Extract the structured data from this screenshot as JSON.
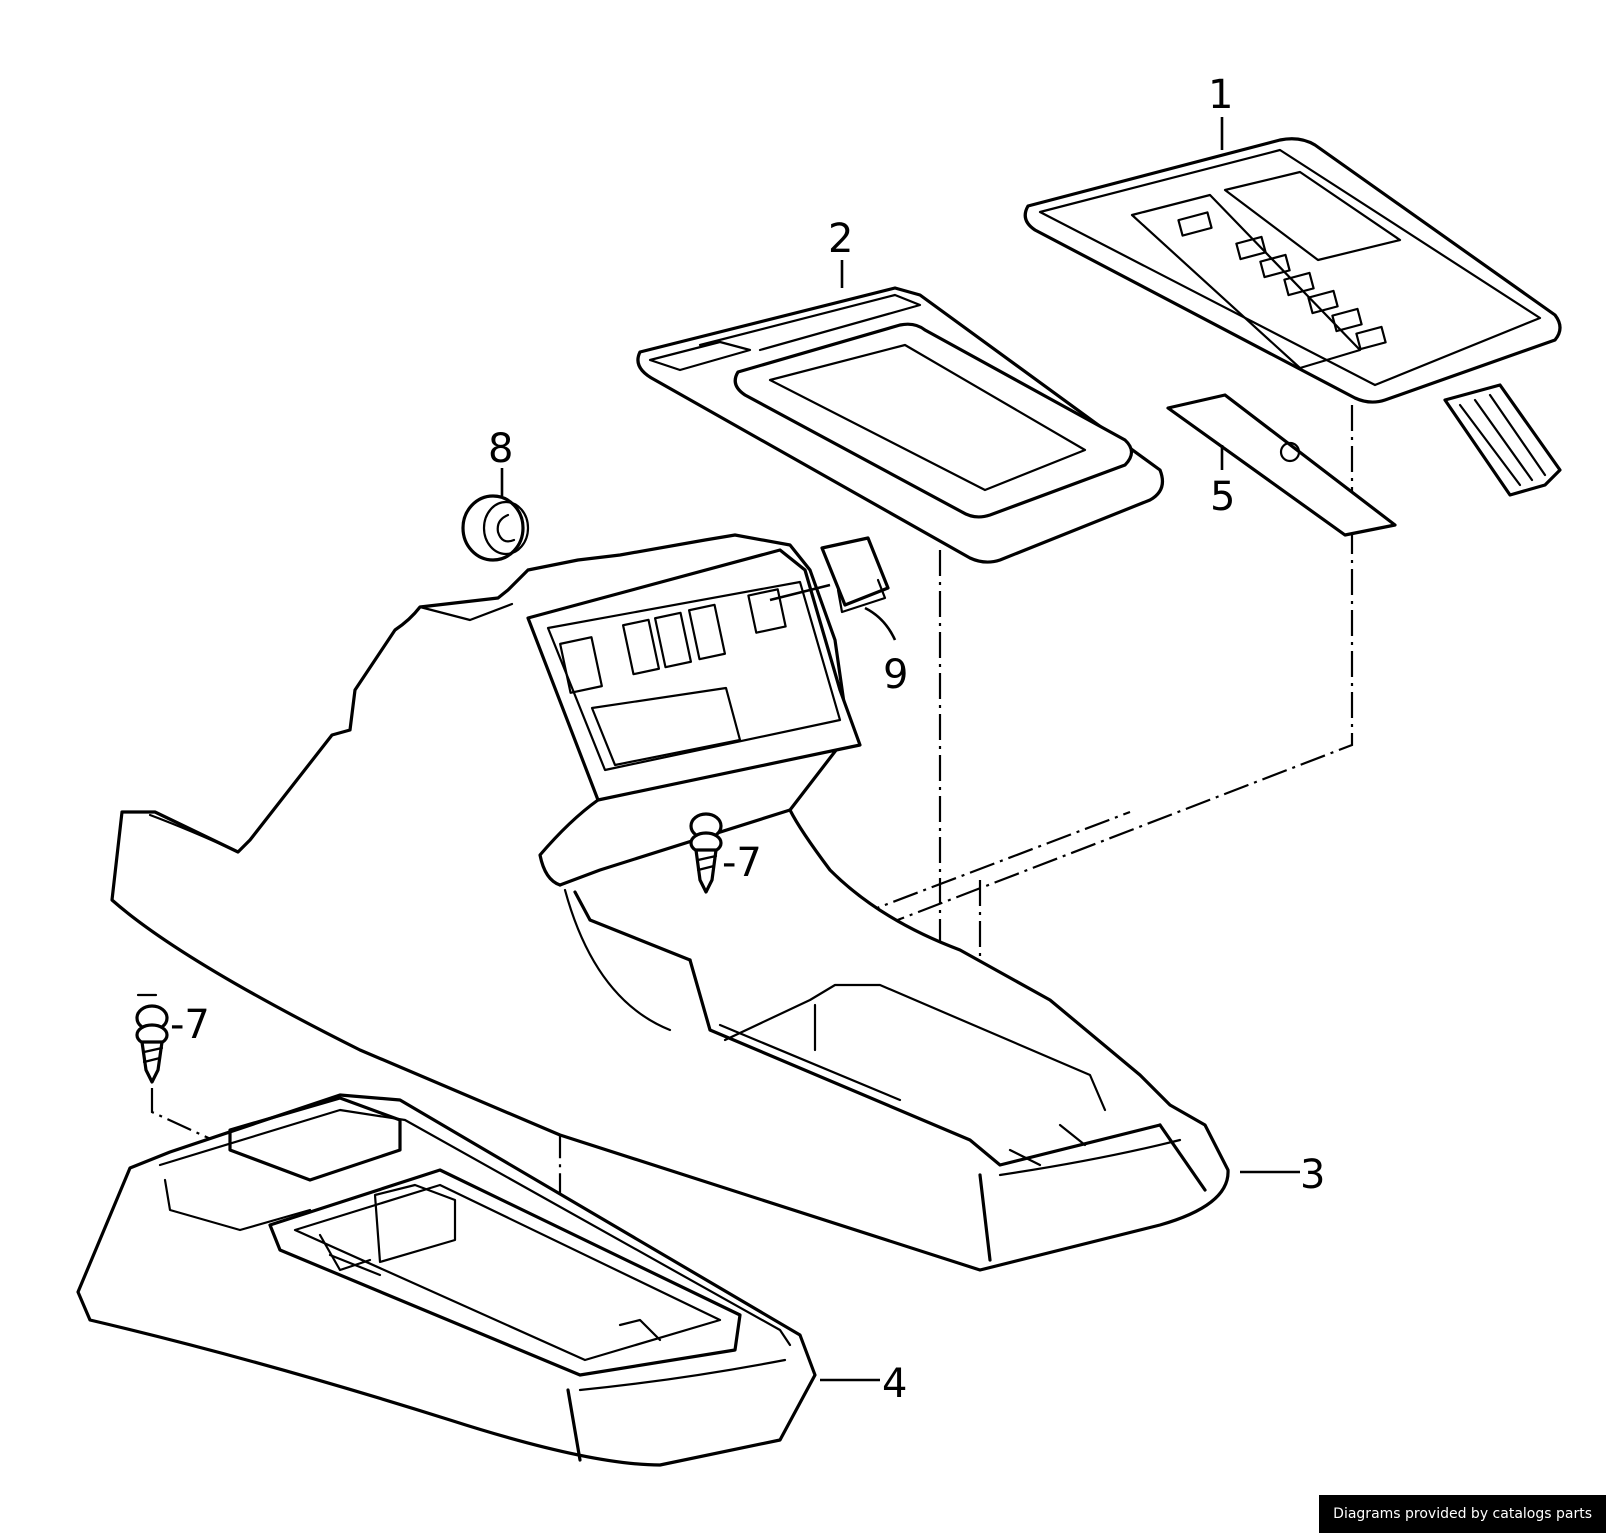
{
  "labels": {
    "p1": "1",
    "p2": "2",
    "p3": "3",
    "p4": "4",
    "p5": "5",
    "p7a": "-7",
    "p7b": "-7",
    "p8": "8",
    "p9": "9"
  },
  "footer": {
    "text": "Diagrams provided by catalogs parts"
  }
}
